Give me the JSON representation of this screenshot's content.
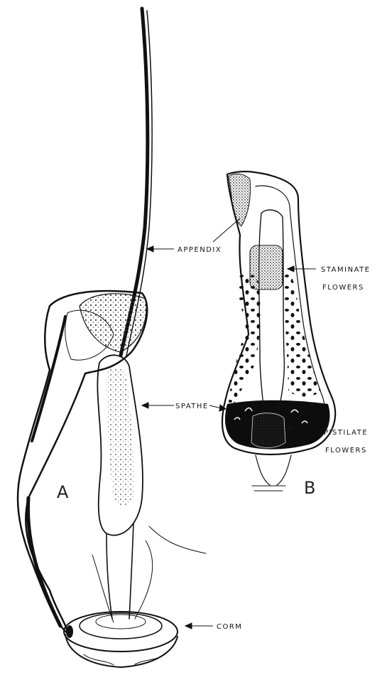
{
  "figure": {
    "panel_a": "A",
    "panel_b": "B",
    "labels": {
      "appendix": "APPENDIX",
      "staminate_line1": "STAMINATE",
      "staminate_line2": "FLOWERS",
      "spathe": "SPATHE",
      "pistilate_line1": "PISTILATE",
      "pistilate_line2": "FLOWERS",
      "corm": "CORM"
    }
  }
}
